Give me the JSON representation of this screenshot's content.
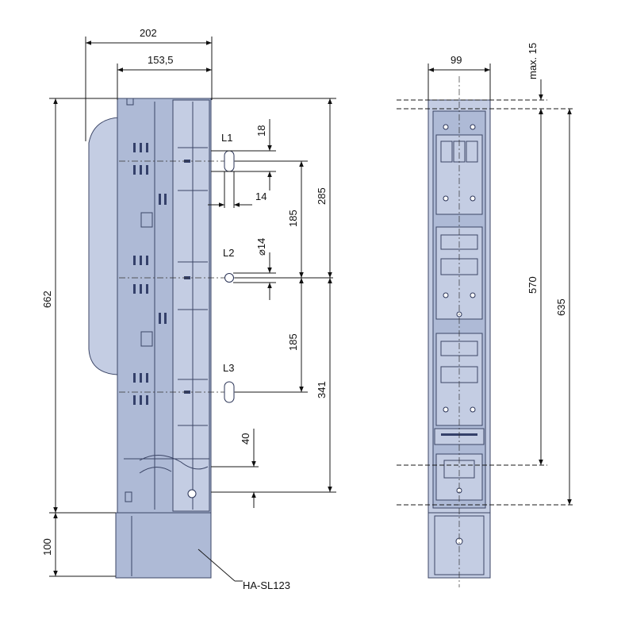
{
  "dimensions": {
    "width_total": "202",
    "width_body": "153,5",
    "height_total": "662",
    "height_base": "100",
    "pitch_top": "18",
    "pitch_side": "14",
    "phase_spacing_1": "185",
    "phase_spacing_2": "185",
    "hole_diameter": "⌀14",
    "upper_height": "285",
    "lower_height": "341",
    "terminal_offset": "40",
    "front_width": "99",
    "front_max": "max. 15",
    "front_height_inner": "570",
    "front_height_outer": "635"
  },
  "labels": {
    "phase_1": "L1",
    "phase_2": "L2",
    "phase_3": "L3",
    "base_model": "HA-SL123"
  },
  "colors": {
    "body_fill": "#aebad6",
    "body_light": "#c4cde3",
    "outline": "#3b4566"
  }
}
